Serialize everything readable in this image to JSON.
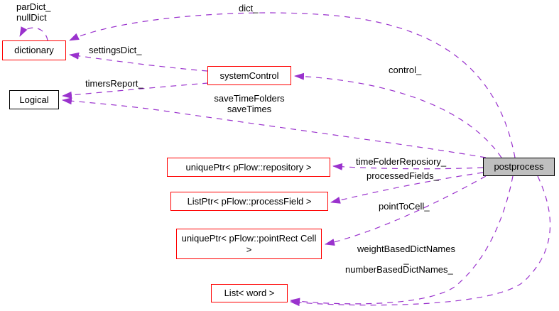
{
  "diagram_type": "doxygen-collaboration-graph",
  "colors": {
    "edge": "#9a32cd",
    "node_border_red": "#ff0000",
    "node_border_black": "#000000",
    "current_node_fill": "#bfbfbf",
    "background": "#ffffff",
    "text": "#000000"
  },
  "nodes": {
    "dictionary": {
      "label": "dictionary"
    },
    "logical": {
      "label": "Logical"
    },
    "system_control": {
      "label": "systemControl"
    },
    "unique_ptr_repository": {
      "label": "uniquePtr< pFlow::repository >"
    },
    "list_ptr_process_field": {
      "label": "ListPtr< pFlow::processField >"
    },
    "unique_ptr_point_rect_cell": {
      "label": "uniquePtr< pFlow::pointRect Cell >"
    },
    "list_word": {
      "label": "List< word >"
    },
    "postprocess": {
      "label": "postprocess"
    }
  },
  "edge_labels": {
    "par_dict": {
      "line1": "parDict_",
      "line2": "nullDict"
    },
    "dict": {
      "text": "dict_"
    },
    "settings_dict": {
      "text": "settingsDict_"
    },
    "control": {
      "text": "control_"
    },
    "timers_report": {
      "text": "timersReport_"
    },
    "save_time": {
      "line1": "saveTimeFolders",
      "line2": "saveTimes"
    },
    "time_folder_repository": {
      "text": "timeFolderReposiory_"
    },
    "processed_fields": {
      "text": "processedFields_"
    },
    "point_to_cell": {
      "text": "pointToCell_"
    },
    "weight_based": {
      "line1": "weightBasedDictNames",
      "line2": "_"
    },
    "number_based": {
      "text": "numberBasedDictNames_"
    }
  }
}
